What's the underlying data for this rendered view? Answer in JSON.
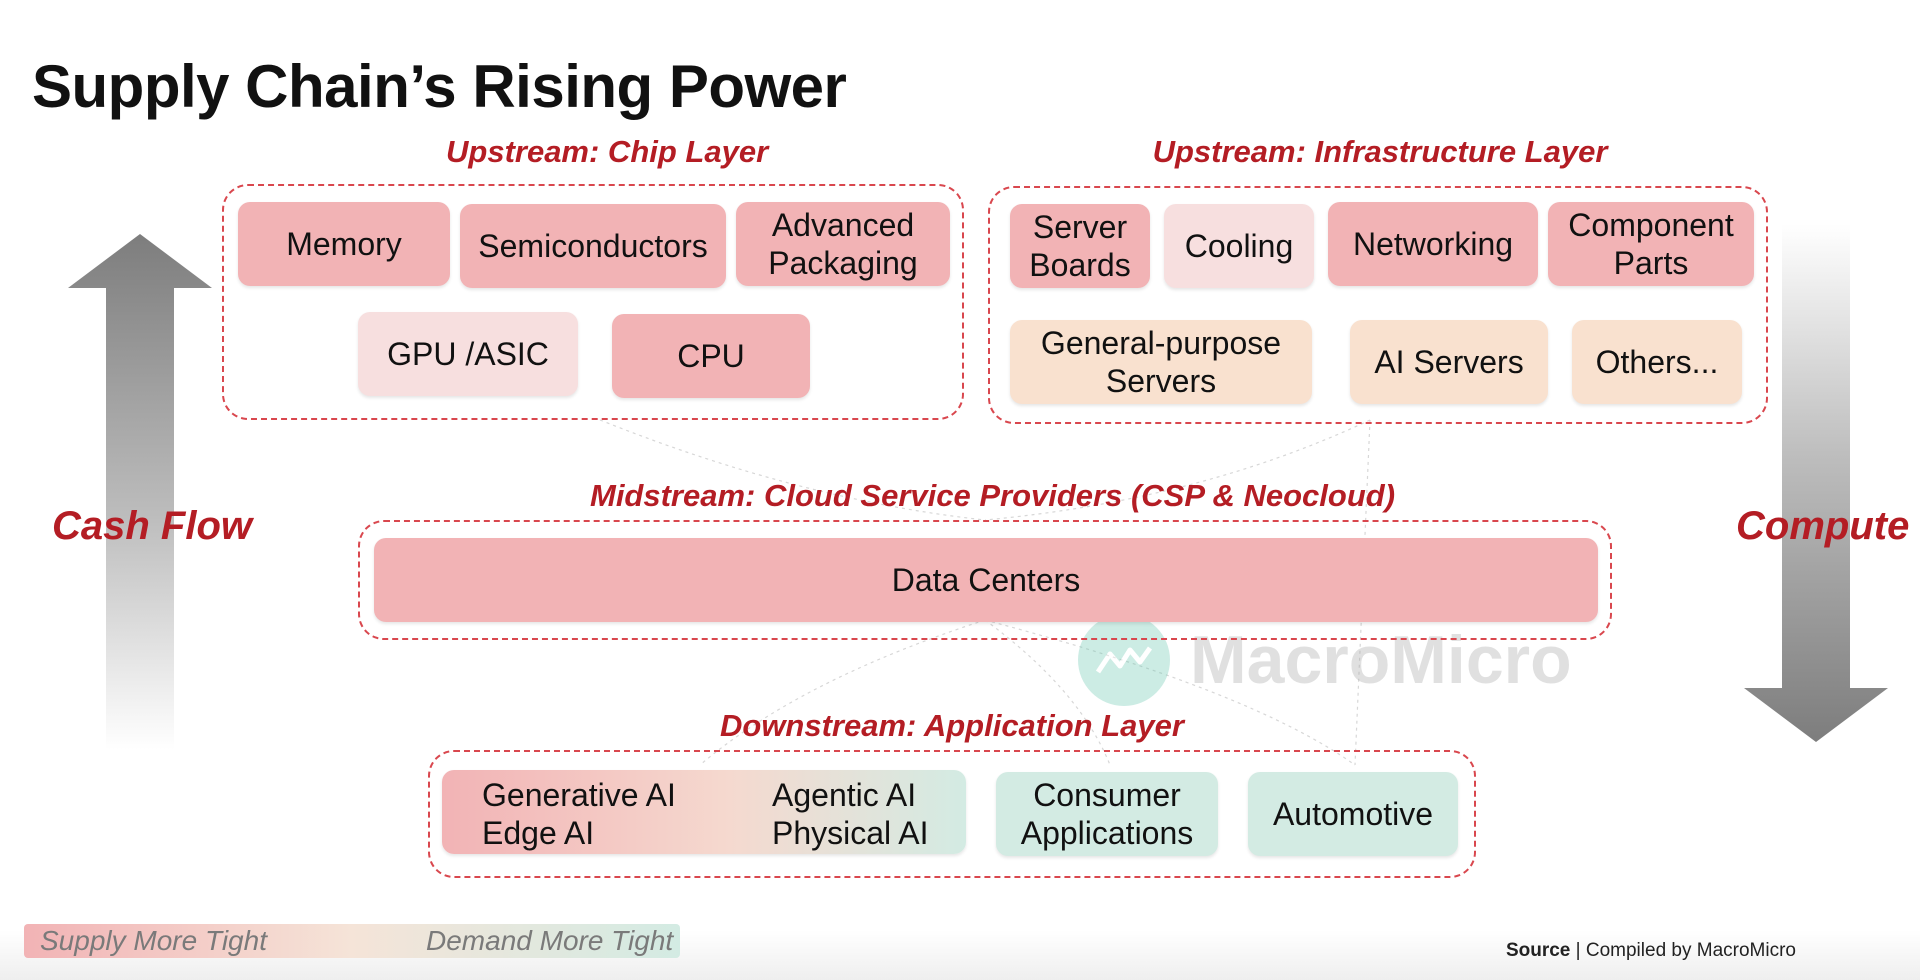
{
  "title": "Supply Chain’s Rising Power",
  "upstream_chip": {
    "title": "Upstream: Chip Layer",
    "items": [
      "Memory",
      "Semiconductors",
      "Advanced\nPackaging",
      "GPU /ASIC",
      "CPU"
    ]
  },
  "upstream_infra": {
    "title": "Upstream: Infrastructure Layer",
    "items": [
      "Server\nBoards",
      "Cooling",
      "Networking",
      "Component\nParts",
      "General-purpose\nServers",
      "AI Servers",
      "Others..."
    ]
  },
  "midstream": {
    "title": "Midstream: Cloud Service Providers (CSP & Neocloud)",
    "item": "Data Centers"
  },
  "downstream": {
    "title": "Downstream: Application Layer",
    "items": [
      "Generative AI\nEdge AI",
      "Agentic AI\nPhysical AI",
      "Consumer\nApplications",
      "Automotive"
    ]
  },
  "side_labels": {
    "left": "Cash Flow",
    "right": "Compute"
  },
  "legend": {
    "left": "Supply More Tight",
    "right": "Demand More Tight"
  },
  "source": {
    "label": "Source",
    "text": "Compiled by MacroMicro"
  },
  "watermark": "MacroMicro",
  "colors": {
    "supply_tight": "#f2b3b5",
    "light_pink": "#f7dfdf",
    "peach": "#f9e1cf",
    "demand_tight": "#d3ebe3",
    "accent_red": "#b41d24"
  }
}
